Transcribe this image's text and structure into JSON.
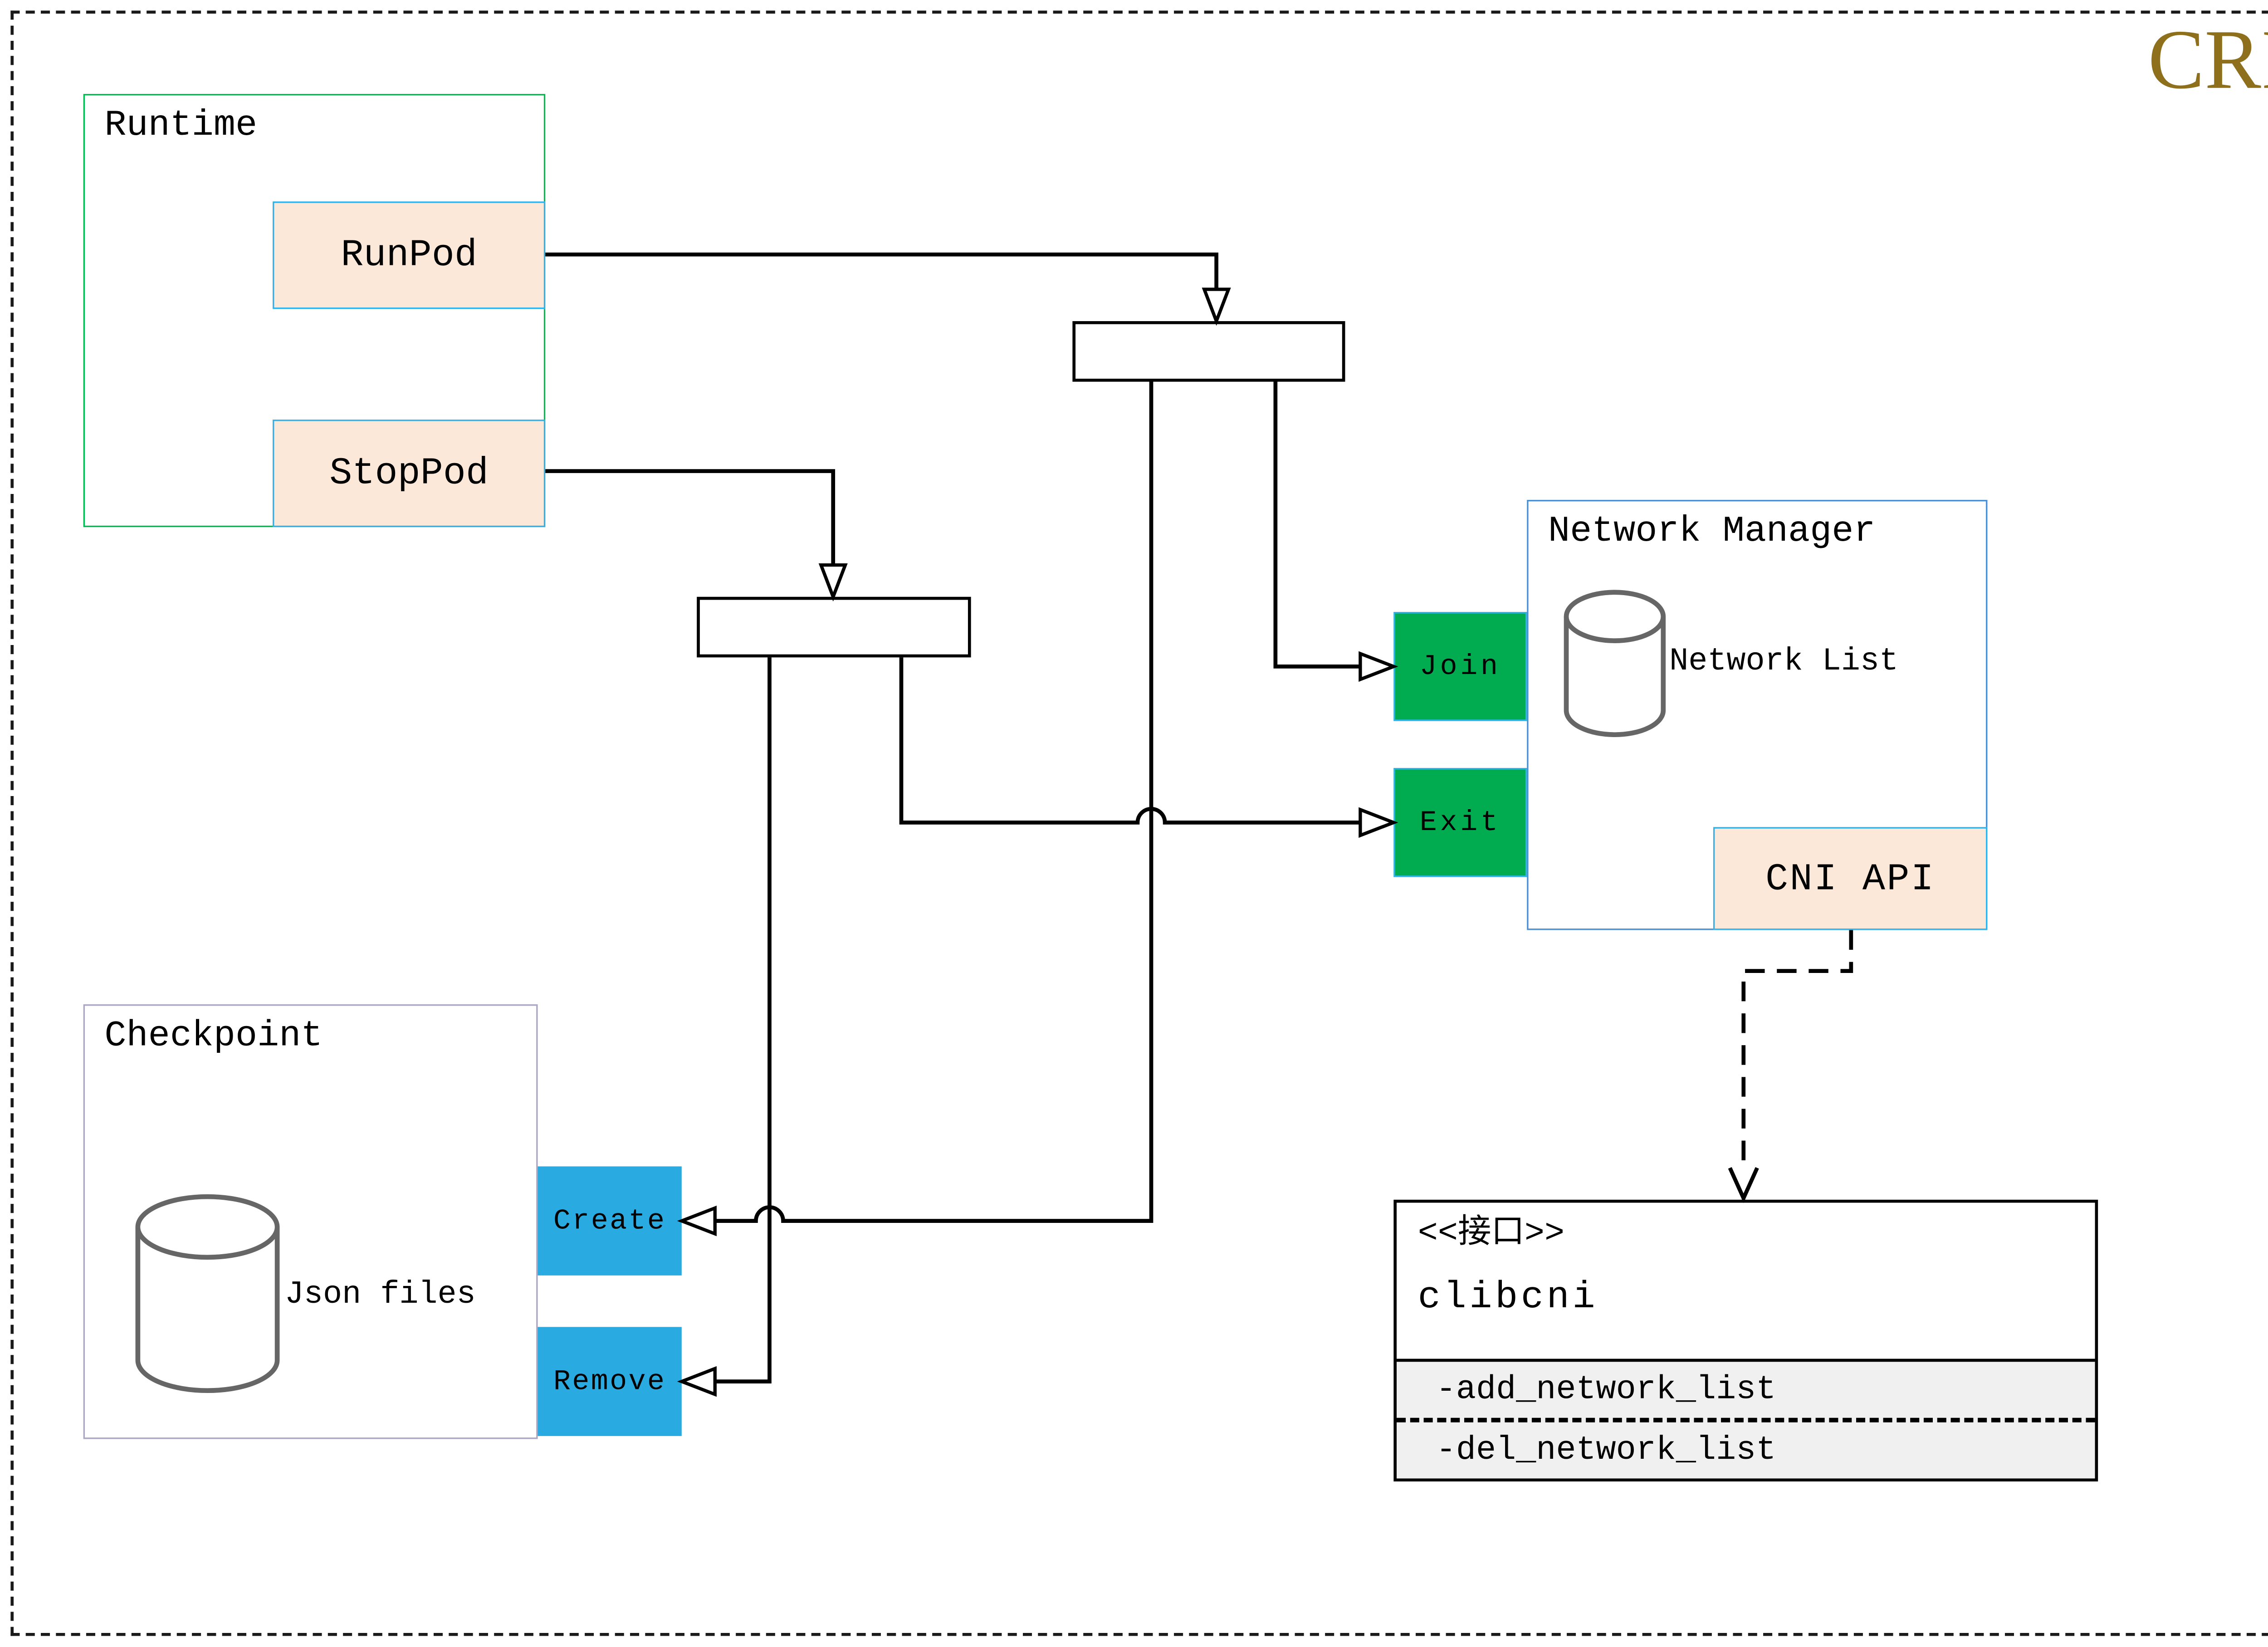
{
  "page": {
    "title": "CRI"
  },
  "runtime": {
    "label": "Runtime",
    "run_pod": "RunPod",
    "stop_pod": "StopPod"
  },
  "network_manager": {
    "label": "Network Manager",
    "network_list": "Network List",
    "cni_api": "CNI API",
    "join": "Join",
    "exit": "Exit"
  },
  "checkpoint": {
    "label": "Checkpoint",
    "json_files": "Json files",
    "create": "Create",
    "remove": "Remove"
  },
  "clibcni": {
    "stereotype": "<<接口>>",
    "name": "clibcni",
    "members": [
      {
        "label": "-add_network_list"
      },
      {
        "label": "-del_network_list"
      }
    ]
  },
  "colors": {
    "title_gold": "#8E6F1C",
    "runtime_border_green": "#00BE52",
    "network_manager_border_blue": "#4A90D2",
    "checkpoint_border_purple": "#ACA6C2",
    "action_green": "#00AC4F",
    "action_blue": "#29ABE2",
    "method_peach": "#FCE8D9",
    "method_border_cyan": "#2FB3EA",
    "member_section_gray": "#F0F0F0",
    "cylinder_gray": "#666666"
  },
  "icons": {
    "network_list_db": "database-cylinder",
    "json_files_db": "database-cylinder"
  }
}
